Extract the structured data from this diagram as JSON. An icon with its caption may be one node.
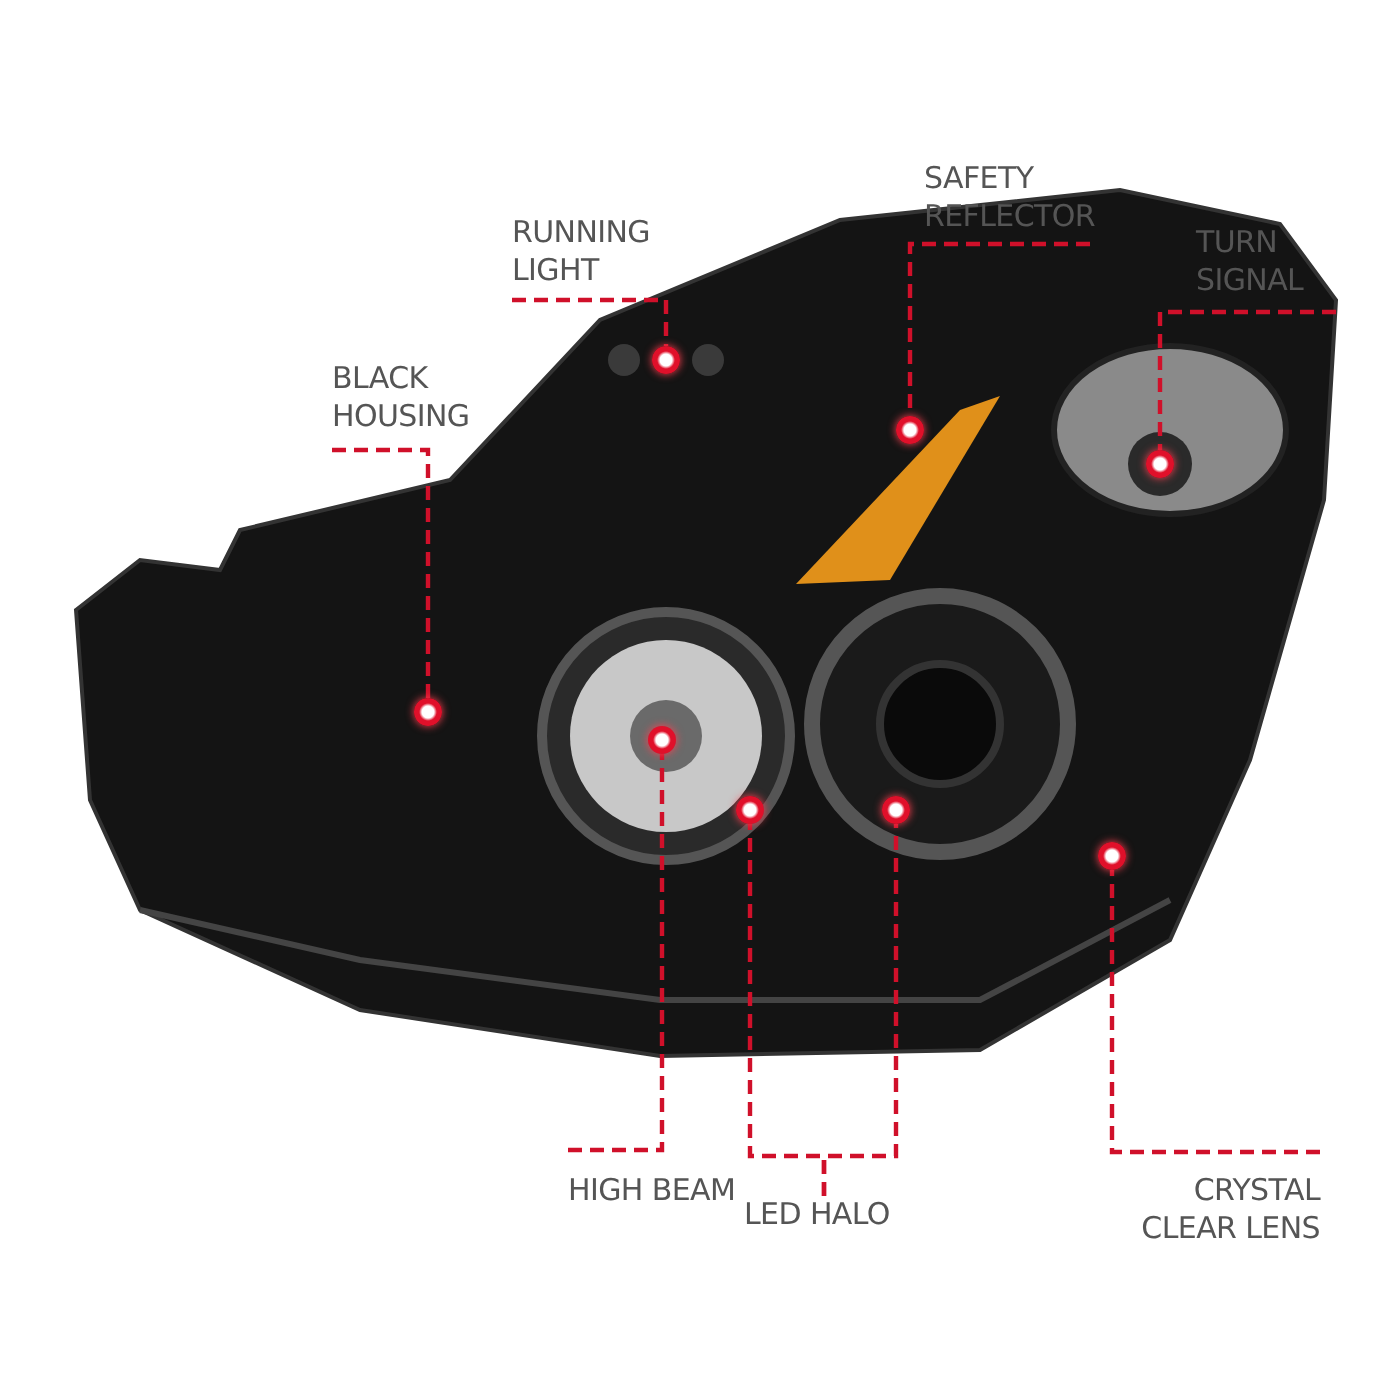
{
  "diagram": {
    "nodes": [
      {
        "text": [
          "SAFETY REFLECTOR"
        ]
      },
      {
        "text": [
          "TURN SIGNAL"
        ]
      },
      {
        "text": [
          "RUNNING LIGHT"
        ]
      },
      {
        "text": [
          "BLACK HOUSING"
        ]
      },
      {
        "text": [
          "HIGH BEAM"
        ]
      },
      {
        "text": [
          "LED HALO"
        ]
      },
      {
        "text": [
          "CRYSTAL CLEAR LENS"
        ]
      },
      {
        "text": [],
        "shape": "circle"
      },
      {
        "text": [],
        "shape": "circle"
      },
      {
        "text": [],
        "shape": "circle"
      },
      {
        "text": [],
        "shape": "circle"
      },
      {
        "text": [],
        "shape": "circle"
      },
      {
        "text": [],
        "shape": "circle"
      },
      {
        "text": [],
        "shape": "circle"
      },
      {
        "text": [],
        "shape": "circle"
      }
    ],
    "edges": [
      {
        "from": 3,
        "to": 7,
        "arrow": "none",
        "style": "dashed"
      },
      {
        "from": 4,
        "to": 8,
        "arrow": "none",
        "style": "dashed"
      },
      {
        "from": 2,
        "to": 9,
        "arrow": "none",
        "style": "dashed"
      },
      {
        "from": 5,
        "to": 10,
        "arrow": "none",
        "style": "dashed"
      },
      {
        "from": 5,
        "to": 11,
        "arrow": "none",
        "style": "dashed"
      },
      {
        "from": 0,
        "to": 12,
        "arrow": "none",
        "style": "dashed"
      },
      {
        "from": 6,
        "to": 13,
        "arrow": "none",
        "style": "dashed"
      },
      {
        "from": 1,
        "to": 14,
        "arrow": "none",
        "style": "dashed"
      }
    ]
  }
}
